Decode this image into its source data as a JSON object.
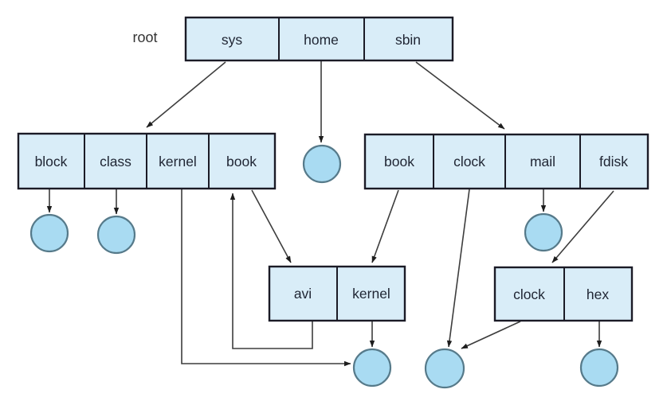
{
  "diagram": {
    "type": "directory-structure-graph",
    "root_label": "root",
    "rows": {
      "root_row": [
        "sys",
        "home",
        "sbin"
      ],
      "left_row": [
        "block",
        "class",
        "kernel",
        "book"
      ],
      "right_row": [
        "book",
        "clock",
        "mail",
        "fdisk"
      ],
      "mid_row": [
        "avi",
        "kernel"
      ],
      "bottom_right_row": [
        "clock",
        "hex"
      ]
    },
    "file_circle_count": 7,
    "edges": [
      {
        "from": "root/sys",
        "to": "dir-box:block-class-kernel-book"
      },
      {
        "from": "root/home",
        "to": "file-circle-3"
      },
      {
        "from": "root/sbin",
        "to": "dir-box:book-clock-mail-fdisk"
      },
      {
        "from": "sys/block",
        "to": "file-circle-1"
      },
      {
        "from": "sys/class",
        "to": "file-circle-2"
      },
      {
        "from": "sys/kernel",
        "to": "file-circle-5"
      },
      {
        "from": "sys/book",
        "to": "dir-box:avi-kernel"
      },
      {
        "from": "avi-kernel/avi",
        "to": "cell:sys/book"
      },
      {
        "from": "avi-kernel/kernel",
        "to": "file-circle-5"
      },
      {
        "from": "sbin/book",
        "to": "dir-box:avi-kernel"
      },
      {
        "from": "sbin/clock",
        "to": "file-circle-6"
      },
      {
        "from": "sbin/mail",
        "to": "file-circle-4"
      },
      {
        "from": "sbin/fdisk",
        "to": "dir-box:clock-hex"
      },
      {
        "from": "clock-hex/clock",
        "to": "file-circle-6"
      },
      {
        "from": "clock-hex/hex",
        "to": "file-circle-7"
      }
    ],
    "colors": {
      "background": "#ffffff",
      "box_fill": "#d9edf8",
      "box_border": "#1b1b26",
      "circle_fill": "#a9dbf2",
      "circle_border": "#567a8a",
      "line": "#3d3d3d",
      "arrow": "#1d1d1d",
      "text": "#1f2533",
      "root_text": "#333333"
    }
  }
}
